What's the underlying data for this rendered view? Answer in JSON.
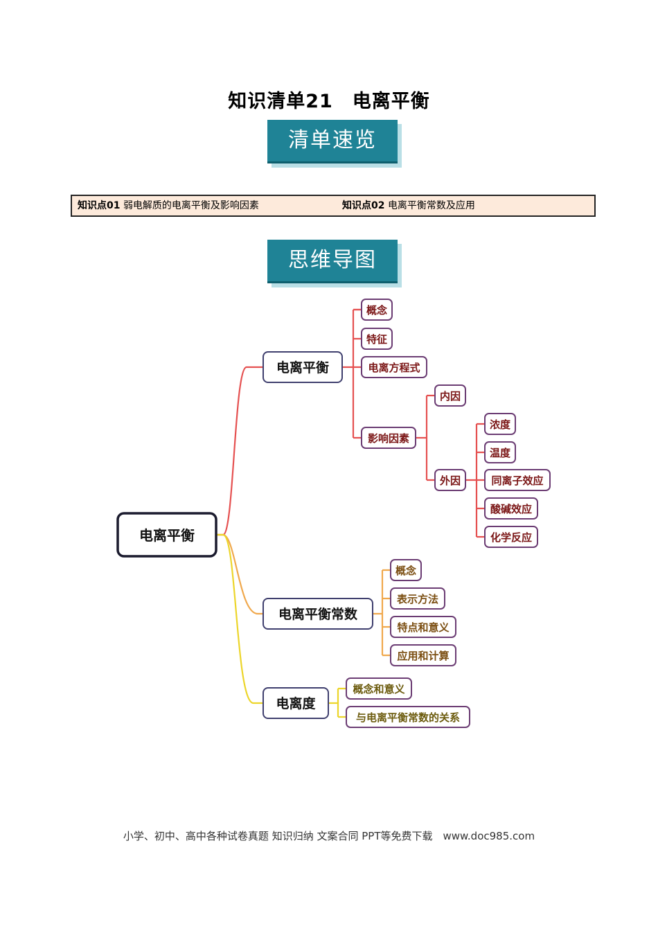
{
  "page": {
    "title": "知识清单21　电离平衡",
    "banner_overview": "清单速览",
    "banner_mindmap": "思维导图",
    "footer": "小学、初中、高中各种试卷真题 知识归纳 文案合同 PPT等免费下载　www.doc985.com"
  },
  "knowledge_points": [
    {
      "tag": "知识点",
      "num": "01",
      "text": "弱电解质的电离平衡及影响因素"
    },
    {
      "tag": "知识点",
      "num": "02",
      "text": "电离平衡常数及应用"
    }
  ],
  "mindmap": {
    "root": "电离平衡",
    "branch1": {
      "label": "电离平衡",
      "children": [
        "概念",
        "特征",
        "电离方程式",
        "影响因素"
      ],
      "factors": {
        "internal": "内因",
        "external": "外因"
      },
      "external_children": [
        "浓度",
        "温度",
        "同离子效应",
        "酸碱效应",
        "化学反应"
      ]
    },
    "branch2": {
      "label": "电离平衡常数",
      "children": [
        "概念",
        "表示方法",
        "特点和意义",
        "应用和计算"
      ]
    },
    "branch3": {
      "label": "电离度",
      "children": [
        "概念和意义",
        "与电离平衡常数的关系"
      ]
    },
    "colors": {
      "red": "#e55050",
      "orange": "#f0a84c",
      "yellow": "#ecd52a",
      "leaf_border": "#6b3c73",
      "leaf_text_red": "#7a1515",
      "leaf_text_orange": "#7a4d10",
      "leaf_text_yellow": "#6b5a0c",
      "main_border": "#3f3f6e"
    }
  }
}
